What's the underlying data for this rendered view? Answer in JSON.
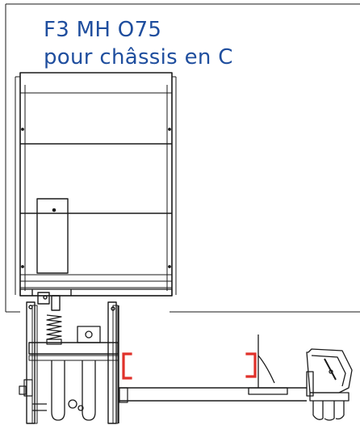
{
  "title": {
    "line1": "F3 MH O75",
    "line2": "pour châssis en C"
  },
  "colors": {
    "title": "#1f4e9e",
    "line": "#1a1a1a",
    "chassis_bracket": "#e0312a"
  },
  "drawing": {
    "subject": "tail-lift-mechanism-side-view",
    "icons": [
      "chassis-c-bracket-icon",
      "chassis-c-bracket-icon",
      "lamp-housing-icon"
    ]
  }
}
